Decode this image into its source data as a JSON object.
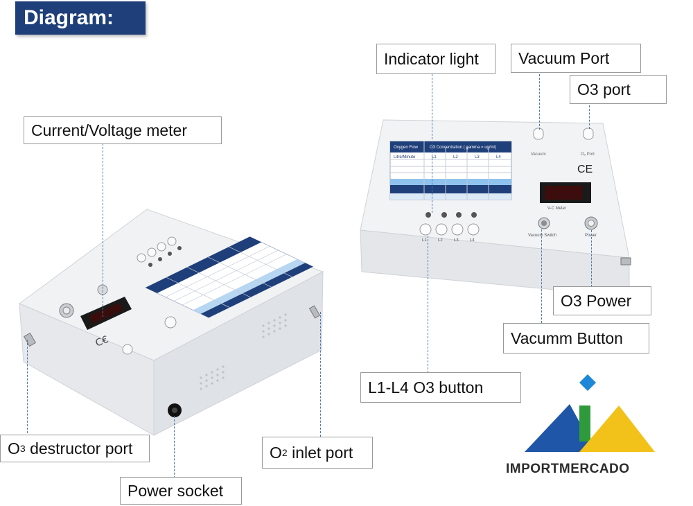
{
  "header": {
    "title": "Diagram:"
  },
  "left_device": {
    "callouts": {
      "meter": "Current/Voltage meter",
      "destructor": "O",
      "destructor_sub": "3",
      "destructor_rest": " destructor port",
      "power_socket": "Power socket",
      "inlet": "O",
      "inlet_sub": "2",
      "inlet_rest": " inlet port"
    }
  },
  "right_device": {
    "callouts": {
      "indicator": "Indicator light",
      "vacuum_port": "Vacuum Port",
      "o3_port": "O3 port",
      "o3_power": "O3 Power",
      "vacuum_button": "Vacumm Button",
      "l1_l4": "L1-L4 O3 button"
    },
    "panel": {
      "table_col1": "Oxygen Flow",
      "table_col2": "O3 Concentration ( gamma = ug/ml)",
      "table_sub": "Litre/Minute",
      "levels": [
        "L1",
        "L2",
        "L3",
        "L4"
      ],
      "button_labels": [
        "L1",
        "L2",
        "L3",
        "L4"
      ],
      "vacuum_label": "Vacuum",
      "o3_port_label": "O₃ Port",
      "vc_meter": "V-C Meter",
      "vacuum_switch": "Vacuum Switch",
      "power": "Power",
      "ce": "CE"
    }
  },
  "brand": {
    "name": "IMPORTMERCADO",
    "colors": [
      "#1f56a8",
      "#2f9a3c",
      "#f3c21a",
      "#1e88d8"
    ]
  }
}
